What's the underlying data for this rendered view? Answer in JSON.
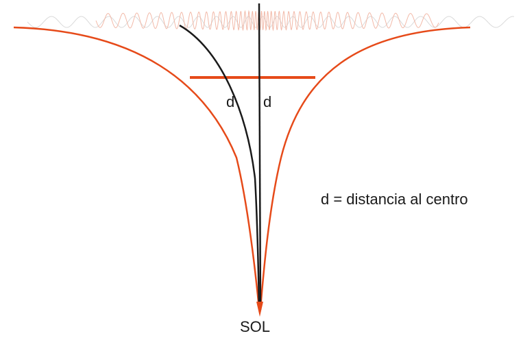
{
  "labels": {
    "d_left": "d",
    "d_right": "d",
    "legend": "d = distancia al centro",
    "sun": "SOL"
  },
  "colors": {
    "funnel": "#e64a19",
    "path": "#1a1a1a",
    "wave": "#f2b9a8",
    "wave_faint": "#d9d9d9"
  }
}
